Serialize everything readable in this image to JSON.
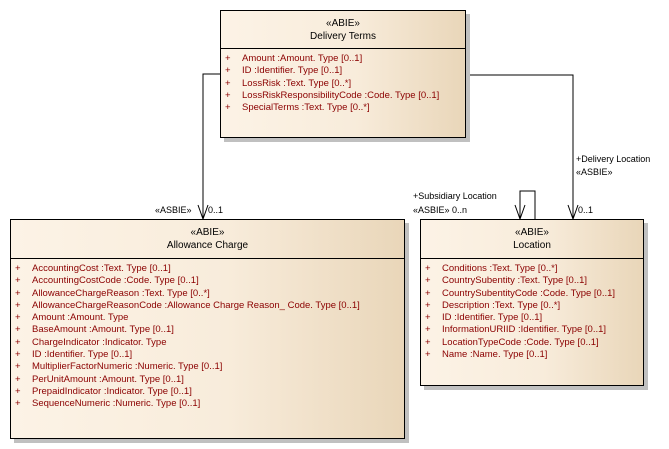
{
  "classes": {
    "delivery_terms": {
      "stereotype": "«ABIE»",
      "name": "Delivery Terms",
      "attributes": [
        {
          "vis": "+",
          "text": "Amount  :Amount. Type [0..1]"
        },
        {
          "vis": "+",
          "text": "ID  :Identifier. Type [0..1]"
        },
        {
          "vis": "+",
          "text": "LossRisk  :Text. Type [0..*]"
        },
        {
          "vis": "+",
          "text": "LossRiskResponsibilityCode  :Code. Type [0..1]"
        },
        {
          "vis": "+",
          "text": "SpecialTerms  :Text. Type [0..*]"
        }
      ]
    },
    "allowance_charge": {
      "stereotype": "«ABIE»",
      "name": "Allowance Charge",
      "attributes": [
        {
          "vis": "+",
          "text": "AccountingCost  :Text. Type [0..1]"
        },
        {
          "vis": "+",
          "text": "AccountingCostCode  :Code. Type [0..1]"
        },
        {
          "vis": "+",
          "text": "AllowanceChargeReason  :Text. Type [0..*]"
        },
        {
          "vis": "+",
          "text": "AllowanceChargeReasonCode  :Allowance Charge Reason_ Code. Type [0..1]"
        },
        {
          "vis": "+",
          "text": "Amount  :Amount. Type"
        },
        {
          "vis": "+",
          "text": "BaseAmount  :Amount. Type [0..1]"
        },
        {
          "vis": "+",
          "text": "ChargeIndicator  :Indicator. Type"
        },
        {
          "vis": "+",
          "text": "ID  :Identifier. Type [0..1]"
        },
        {
          "vis": "+",
          "text": "MultiplierFactorNumeric  :Numeric. Type [0..1]"
        },
        {
          "vis": "+",
          "text": "PerUnitAmount  :Amount. Type [0..1]"
        },
        {
          "vis": "+",
          "text": "PrepaidIndicator  :Indicator. Type [0..1]"
        },
        {
          "vis": "+",
          "text": "SequenceNumeric  :Numeric. Type [0..1]"
        }
      ]
    },
    "location": {
      "stereotype": "«ABIE»",
      "name": "Location",
      "attributes": [
        {
          "vis": "+",
          "text": "Conditions  :Text. Type [0..*]"
        },
        {
          "vis": "+",
          "text": "CountrySubentity  :Text. Type [0..1]"
        },
        {
          "vis": "+",
          "text": "CountrySubentityCode  :Code. Type [0..1]"
        },
        {
          "vis": "+",
          "text": "Description  :Text. Type [0..*]"
        },
        {
          "vis": "+",
          "text": "ID  :Identifier. Type [0..1]"
        },
        {
          "vis": "+",
          "text": "InformationURIID  :Identifier. Type [0..1]"
        },
        {
          "vis": "+",
          "text": "LocationTypeCode  :Code. Type [0..1]"
        },
        {
          "vis": "+",
          "text": "Name  :Name. Type [0..1]"
        }
      ]
    }
  },
  "associations": {
    "allowance_charge": {
      "stereotype": "«ASBIE»",
      "multiplicity": "0..1"
    },
    "subsidiary_location": {
      "role": "+Subsidiary Location",
      "stereotype_mult": "«ASBIE» 0..n"
    },
    "delivery_location": {
      "role": "+Delivery Location",
      "stereotype": "«ASBIE»",
      "multiplicity": "0..1"
    }
  }
}
